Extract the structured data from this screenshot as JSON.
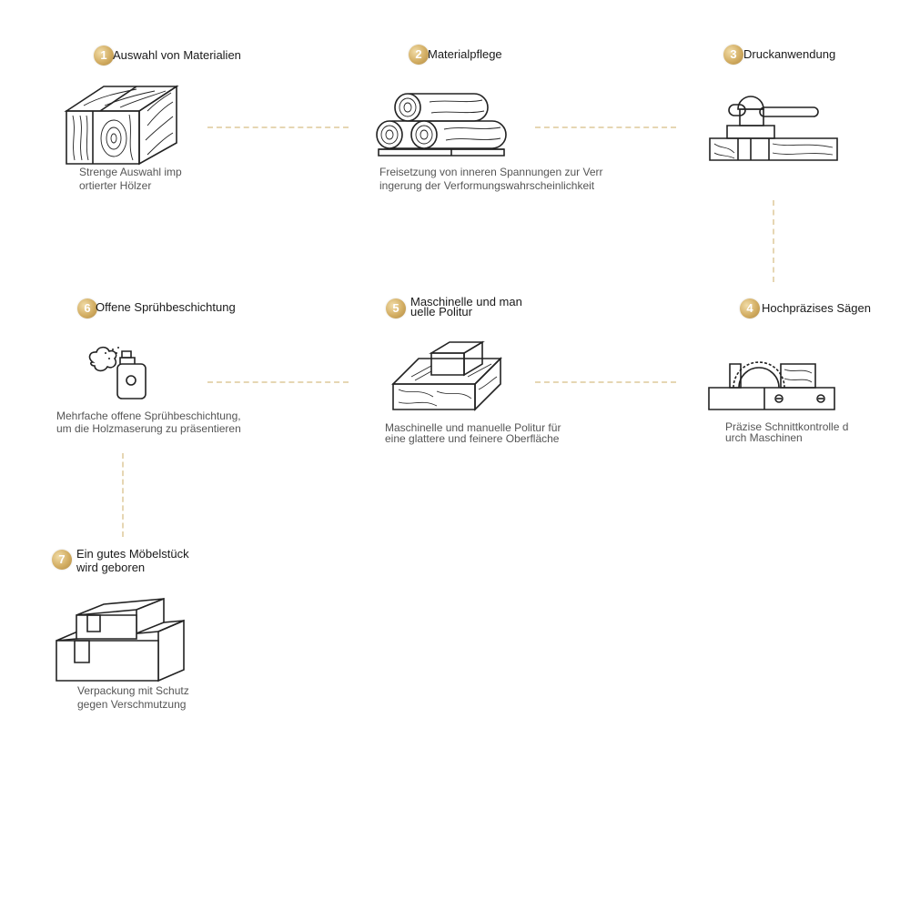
{
  "steps": [
    {
      "number": "1",
      "title": "Auswahl von Materialien",
      "desc": "Strenge Auswahl imp\nortierter Hölzer",
      "icon": "lumber-block-icon"
    },
    {
      "number": "2",
      "title": "Materialpflege",
      "desc": "Freisetzung von inneren Spannungen zur Verr\ningerung der Verformungswahrscheinlichkeit",
      "icon": "log-stack-icon"
    },
    {
      "number": "3",
      "title": "Druckanwendung",
      "desc": "",
      "icon": "press-clamp-icon"
    },
    {
      "number": "4",
      "title": "Hochpräzises Sägen",
      "desc": "Präzise Schnittkontrolle d\nurch Maschinen",
      "icon": "saw-machine-icon"
    },
    {
      "number": "5",
      "title": "Maschinelle und man\nuelle Politur",
      "desc": "Maschinelle und manuelle Politur für\neine glattere und feinere Oberfläche",
      "icon": "polishing-block-icon"
    },
    {
      "number": "6",
      "title": "Offene Sprühbeschichtung",
      "desc": "Mehrfache offene Sprühbeschichtung,\num die Holzmaserung zu präsentieren",
      "icon": "spray-can-icon"
    },
    {
      "number": "7",
      "title": "Ein gutes Möbelstück\n wird geboren",
      "desc": "Verpackung mit Schutz\ngegen Verschmutzung",
      "icon": "package-boxes-icon"
    }
  ],
  "colors": {
    "badge_gold": "#d2ad62",
    "connector": "#e6d6b3",
    "line_art": "#222222"
  }
}
